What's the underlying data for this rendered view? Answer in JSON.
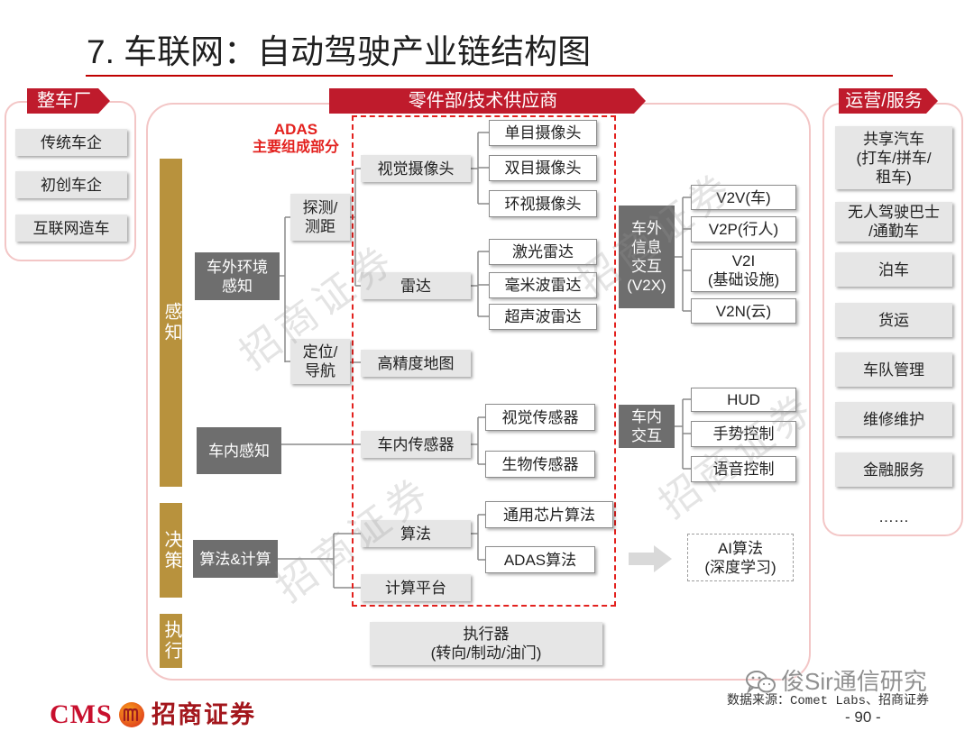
{
  "title": "7. 车联网：自动驾驶产业链结构图",
  "oem": {
    "header": "整车厂",
    "items": [
      "传统车企",
      "初创车企",
      "互联网造车"
    ]
  },
  "suppliers": {
    "header": "零件部/技术供应商",
    "adas_label": {
      "line1": "ADAS",
      "line2": "主要组成部分"
    },
    "stages": {
      "perception": "感知",
      "decision": "决策",
      "execution": "执行"
    },
    "perception": {
      "exterior": "车外环境\n感知",
      "detection": "探测/\n测距",
      "camera": "视觉摄像头",
      "cameras": [
        "单目摄像头",
        "双目摄像头",
        "环视摄像头"
      ],
      "radar": "雷达",
      "radars": [
        "激光雷达",
        "毫米波雷达",
        "超声波雷达"
      ],
      "positioning": "定位/\n导航",
      "hd_map": "高精度地图",
      "interior": "车内感知",
      "interior_sensor": "车内传感器",
      "interior_sensors": [
        "视觉传感器",
        "生物传感器"
      ]
    },
    "decision": {
      "compute": "算法&计算",
      "algorithm": "算法",
      "algorithms": [
        "通用芯片算法",
        "ADAS算法"
      ],
      "platform": "计算平台",
      "ai": "AI算法\n(深度学习)"
    },
    "execution": {
      "actuator": "执行器\n(转向/制动/油门)"
    },
    "v2x": {
      "label": "车外\n信息\n交互\n(V2X)",
      "items": [
        "V2V(车)",
        "V2P(行人)",
        "V2I\n(基础设施)",
        "V2N(云)"
      ]
    },
    "hmi": {
      "label": "车内\n交互",
      "items": [
        "HUD",
        "手势控制",
        "语音控制"
      ]
    }
  },
  "services": {
    "header": "运营/服务",
    "items": [
      "共享汽车\n(打车/拼车/\n租车)",
      "无人驾驶巴士\n/通勤车",
      "泊车",
      "货运",
      "车队管理",
      "维修维护",
      "金融服务"
    ],
    "more": "……"
  },
  "watermarks": [
    "招商证券",
    "招商证券",
    "招商证券",
    "招商证券"
  ],
  "footer": {
    "logo_latin": "CMS",
    "logo_cn": "招商证券",
    "source": "数据来源：Comet Labs、招商证券",
    "page": "- 90 -",
    "wechat": "俊Sir通信研究"
  },
  "colors": {
    "accent_red": "#BF1B2C",
    "adas_red": "#E3211E",
    "stage_gold": "#B8923D",
    "dark_box": "#6E6E6E",
    "light_box": "#E6E6E6",
    "panel_border": "#F3C6C6",
    "title_rule": "#C00000"
  },
  "icons": {
    "wechat": "wechat-icon",
    "arrow": "right-arrow-icon",
    "logo_emblem": "cms-emblem-icon"
  }
}
